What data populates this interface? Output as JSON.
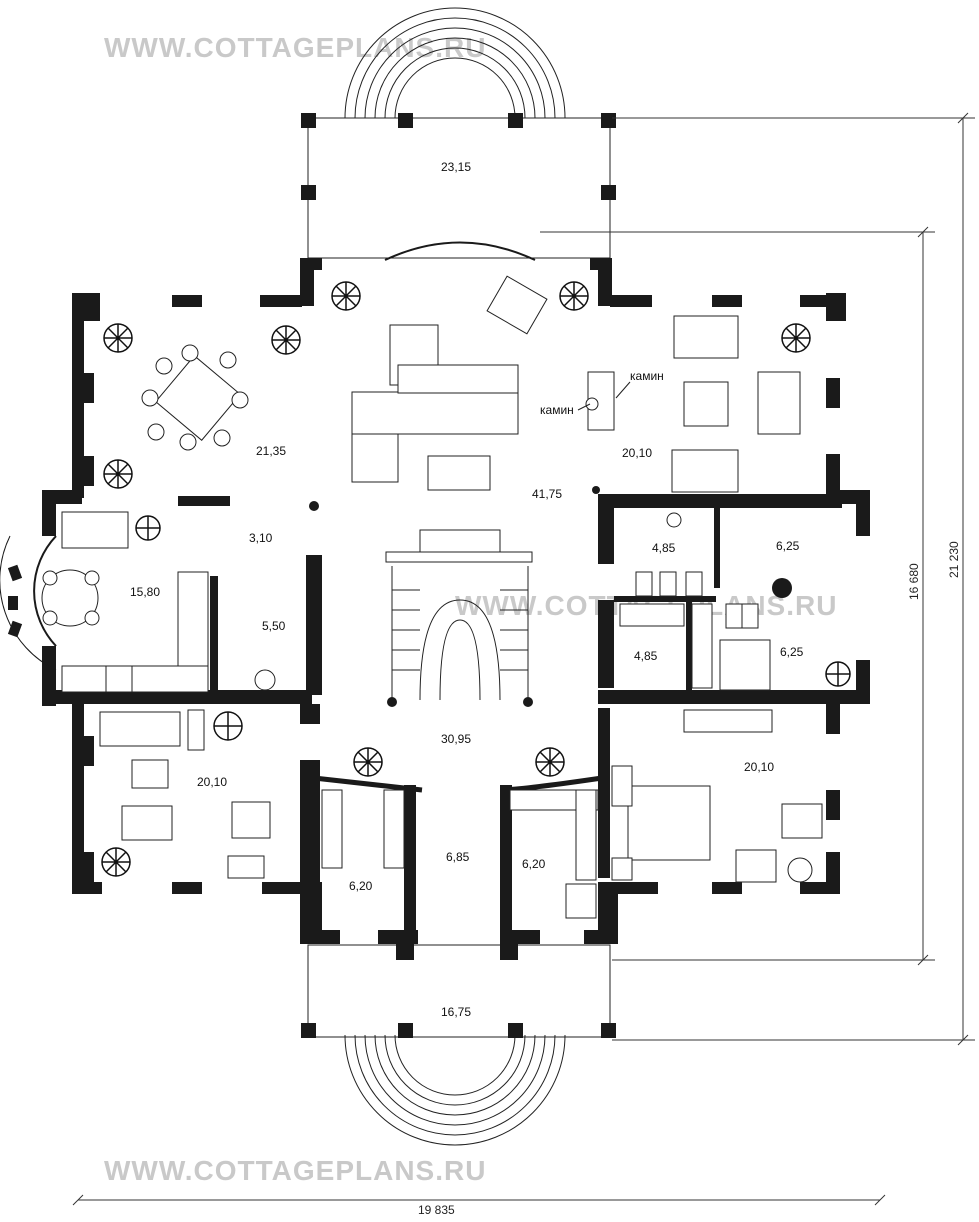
{
  "watermarks": {
    "top": "WWW.COTTAGEPLANS.RU",
    "middle": "WWW.COTTAGEPLANS.RU",
    "bottom": "WWW.COTTAGEPLANS.RU"
  },
  "rooms": {
    "terrace_north": "23,15",
    "dining": "21,35",
    "living_hall": "41,75",
    "lounge_east": "20,10",
    "corridor_west": "3,10",
    "kitchen": "15,80",
    "pantry": "5,50",
    "bath_a": "4,85",
    "bath_b": "4,85",
    "utility_a": "6,25",
    "utility_b": "6,25",
    "hall_stair": "30,95",
    "study_west": "20,10",
    "bedroom_east": "20,10",
    "wardrobe_west": "6,20",
    "vestibule": "6,85",
    "wardrobe_east": "6,20",
    "terrace_south": "16,75"
  },
  "fireplace_labels": {
    "upper": "камин",
    "lower": "камин"
  },
  "dimensions": {
    "inner_height": "16 680",
    "outer_height": "21 230",
    "width": "19 835"
  }
}
